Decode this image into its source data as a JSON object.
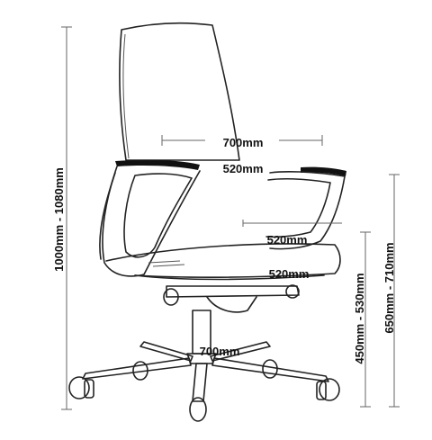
{
  "dimensions": {
    "back_width": "700mm",
    "armrest_width": "520mm",
    "seat_width": "520mm",
    "seat_depth": "520mm",
    "base_diameter": "700mm",
    "overall_height": "1000mm - 1080mm",
    "seat_height": "450mm - 530mm",
    "arm_height": "650mm - 710mm"
  }
}
